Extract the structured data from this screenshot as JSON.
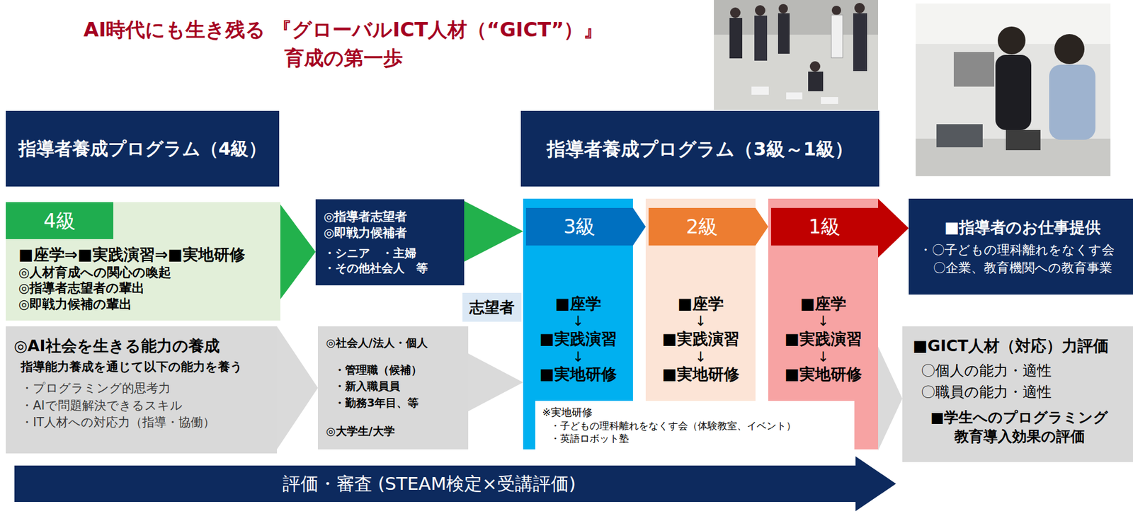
{
  "diagram": {
    "title": "AI時代にも生き残る 『グローバルICT人材（“GICT”）』育成の第一歩",
    "nodes": [
      {
        "text": [
          "指導者養成プログラム（4級）"
        ]
      },
      {
        "text": [
          "指導者養成プログラム（3級～1級）"
        ]
      },
      {
        "text": [
          "■座学⇒■実践演習⇒■実地研修",
          "◎人材育成への関心の喚起",
          "◎指導者志望者の輩出",
          "◎即戦力候補の輩出"
        ]
      },
      {
        "text": [
          "4級"
        ],
        "in": 2
      },
      {
        "text": [
          "◎指導者志望者",
          "◎即戦力候補者",
          "・シニア　・主婦",
          "・その他社会人　等"
        ]
      },
      {
        "text": [
          "志望者"
        ]
      },
      {
        "text": [
          "■座学",
          "↓",
          "■実践演習",
          "↓",
          "■実地研修"
        ]
      },
      {
        "text": [
          "3級"
        ],
        "in": 6
      },
      {
        "text": [
          "■座学",
          "↓",
          "■実践演習",
          "↓",
          "■実地研修"
        ]
      },
      {
        "text": [
          "2級"
        ],
        "in": 8
      },
      {
        "text": [
          "■座学",
          "↓",
          "■実践演習",
          "↓",
          "■実地研修"
        ]
      },
      {
        "text": [
          "1級"
        ],
        "in": 10
      },
      {
        "text": [
          "■指導者のお仕事提供",
          "・〇子どもの理科離れをなくす会",
          "〇企業、教育機関への教育事業"
        ]
      },
      {
        "text": [
          "◎AI社会を生きる能力の養成",
          "指導能力養成を通じて以下の能力を養う",
          "・プログラミング的思考力",
          "・AIで問題解決できるスキル",
          "・IT人材への対応力（指導・協働）"
        ]
      },
      {
        "text": [
          "◎社会人/法人・個人",
          "・管理職（候補）",
          "・新入職員員",
          "・勤務3年目、等",
          "◎大学生/大学"
        ]
      },
      {
        "text": [
          "※実地研修",
          "・子どもの理科離れをなくす会（体験教室、イベント）",
          "・英語ロボット塾"
        ]
      },
      {
        "text": [
          "■GICT人材（対応）力評価",
          "〇個人の能力・適性",
          "〇職員の能力・適性",
          "■学生へのプログラミング教育導入効果の評価"
        ]
      },
      {
        "text": [
          "評価・審査 (STEAM検定×受講評価)"
        ]
      }
    ],
    "edges": [
      {
        "from": 2,
        "to": 4,
        "arrow": "to"
      },
      {
        "from": 4,
        "to": 6,
        "arrow": "to"
      },
      {
        "from": 13,
        "to": 14,
        "arrow": "to"
      },
      {
        "from": 14,
        "to": 6,
        "arrow": "to"
      },
      {
        "from": 6,
        "to": 8,
        "arrow": "to"
      },
      {
        "from": 8,
        "to": 10,
        "arrow": "to"
      },
      {
        "from": 10,
        "to": 12,
        "arrow": "to"
      },
      {
        "from": 10,
        "to": 16,
        "arrow": "to"
      }
    ]
  }
}
